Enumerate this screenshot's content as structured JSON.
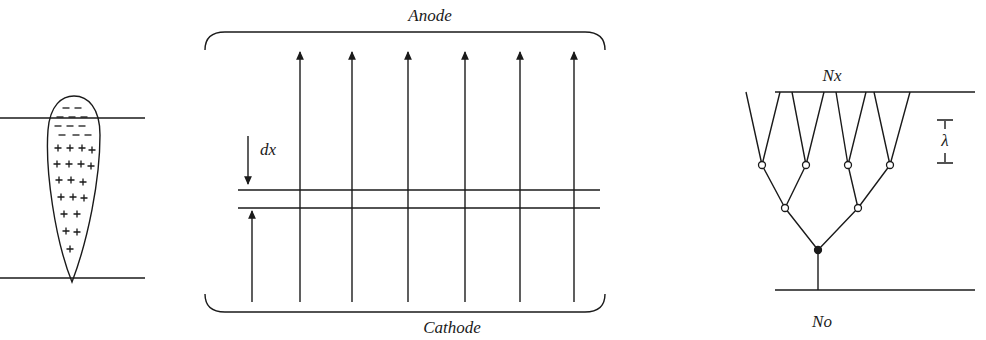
{
  "diagram": {
    "labels": [
      "Anode",
      "dx",
      "Cathode",
      "Nx",
      "λ",
      "No"
    ]
  }
}
